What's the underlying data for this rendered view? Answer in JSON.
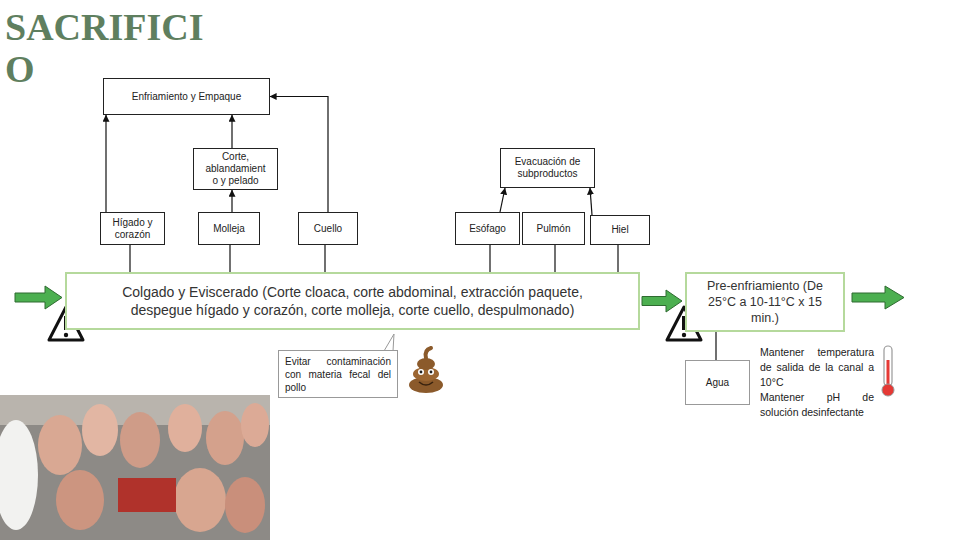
{
  "diagram": {
    "title": "SACRIFICIO",
    "nodes": [
      {
        "text": [
          "Enfriamiento y Empaque"
        ]
      },
      {
        "text": [
          "Corte, ablandamiento y pelado"
        ]
      },
      {
        "text": [
          "Evacuación de subproductos"
        ]
      },
      {
        "text": [
          "Hígado y corazón"
        ]
      },
      {
        "text": [
          "Molleja"
        ]
      },
      {
        "text": [
          "Cuello"
        ]
      },
      {
        "text": [
          "Esófago"
        ]
      },
      {
        "text": [
          "Pulmón"
        ]
      },
      {
        "text": [
          "Hiel"
        ]
      },
      {
        "text": [
          "Colgado y Eviscerado (Corte cloaca, corte abdominal, extracción paquete, despegue hígado y corazón, corte molleja, corte cuello, despulmonado)"
        ]
      },
      {
        "text": [
          "Evitar contaminación con materia fecal del pollo"
        ]
      },
      {
        "text": [
          "Pre-enfriamiento (De 25°C a 10-11°C x 15 min.)"
        ]
      },
      {
        "text": [
          "Agua"
        ]
      }
    ],
    "edges": [
      {
        "from": 9,
        "to": 3,
        "arrow": "none"
      },
      {
        "from": 9,
        "to": 4,
        "arrow": "none"
      },
      {
        "from": 9,
        "to": 5,
        "arrow": "none"
      },
      {
        "from": 9,
        "to": 6,
        "arrow": "none"
      },
      {
        "from": 9,
        "to": 7,
        "arrow": "none"
      },
      {
        "from": 9,
        "to": 8,
        "arrow": "none"
      },
      {
        "from": 3,
        "to": 0,
        "arrow": "to"
      },
      {
        "from": 4,
        "to": 1,
        "arrow": "to"
      },
      {
        "from": 1,
        "to": 0,
        "arrow": "to"
      },
      {
        "from": 5,
        "to": 0,
        "arrow": "to"
      },
      {
        "from": 6,
        "to": 2,
        "arrow": "to"
      },
      {
        "from": 8,
        "to": 2,
        "arrow": "to"
      },
      {
        "from": 9,
        "to": 11,
        "arrow": "to"
      },
      {
        "from": 12,
        "to": 11,
        "arrow": "none"
      }
    ],
    "labels": [
      "Mantener temperatura de salida de la canal a 10°C",
      "Mantener pH de solución desinfectante"
    ]
  }
}
